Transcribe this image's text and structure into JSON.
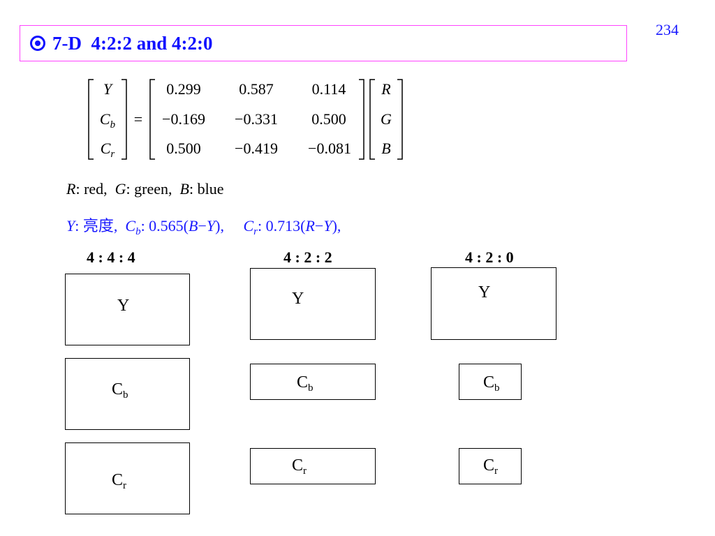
{
  "page_number": "234",
  "title": {
    "number": "7-D",
    "text": "4:2:2  and 4:2:0"
  },
  "matrix": {
    "lhs": [
      "Y",
      "C_b",
      "C_r"
    ],
    "equals": "=",
    "coefficients": [
      [
        "0.299",
        "0.587",
        "0.114"
      ],
      [
        "−0.169",
        "−0.331",
        "0.500"
      ],
      [
        "0.500",
        "−0.419",
        "−0.081"
      ]
    ],
    "rhs": [
      "R",
      "G",
      "B"
    ]
  },
  "legend": {
    "r_sym": "R",
    "r_text": ": red,  ",
    "g_sym": "G",
    "g_text": ": green,  ",
    "b_sym": "B",
    "b_text": ": blue"
  },
  "definition": {
    "y_sym": "Y",
    "y_text": ": 亮度,",
    "cb_sym": "C",
    "cb_sub": "b",
    "cb_text": ": 0.565(",
    "cb_b": "B",
    "cb_minus": "−",
    "cb_y": "Y",
    "cb_close": "),",
    "cr_sym": "C",
    "cr_sub": "r",
    "cr_text": ": 0.713(",
    "cr_r": "R",
    "cr_minus": "−",
    "cr_y": "Y",
    "cr_close": "),"
  },
  "formats": [
    {
      "label": "4 : 4 : 4",
      "y": "Y",
      "cb": "C",
      "cb_sub": "b",
      "cr": "C",
      "cr_sub": "r"
    },
    {
      "label": "4 : 2 : 2",
      "y": "Y",
      "cb": "C",
      "cb_sub": "b",
      "cr": "C",
      "cr_sub": "r"
    },
    {
      "label": "4 : 2 : 0",
      "y": "Y",
      "cb": "C",
      "cb_sub": "b",
      "cr": "C",
      "cr_sub": "r"
    }
  ],
  "colors": {
    "accent": "#1010ff",
    "title_border": "#ff44ff",
    "text": "#000000"
  }
}
